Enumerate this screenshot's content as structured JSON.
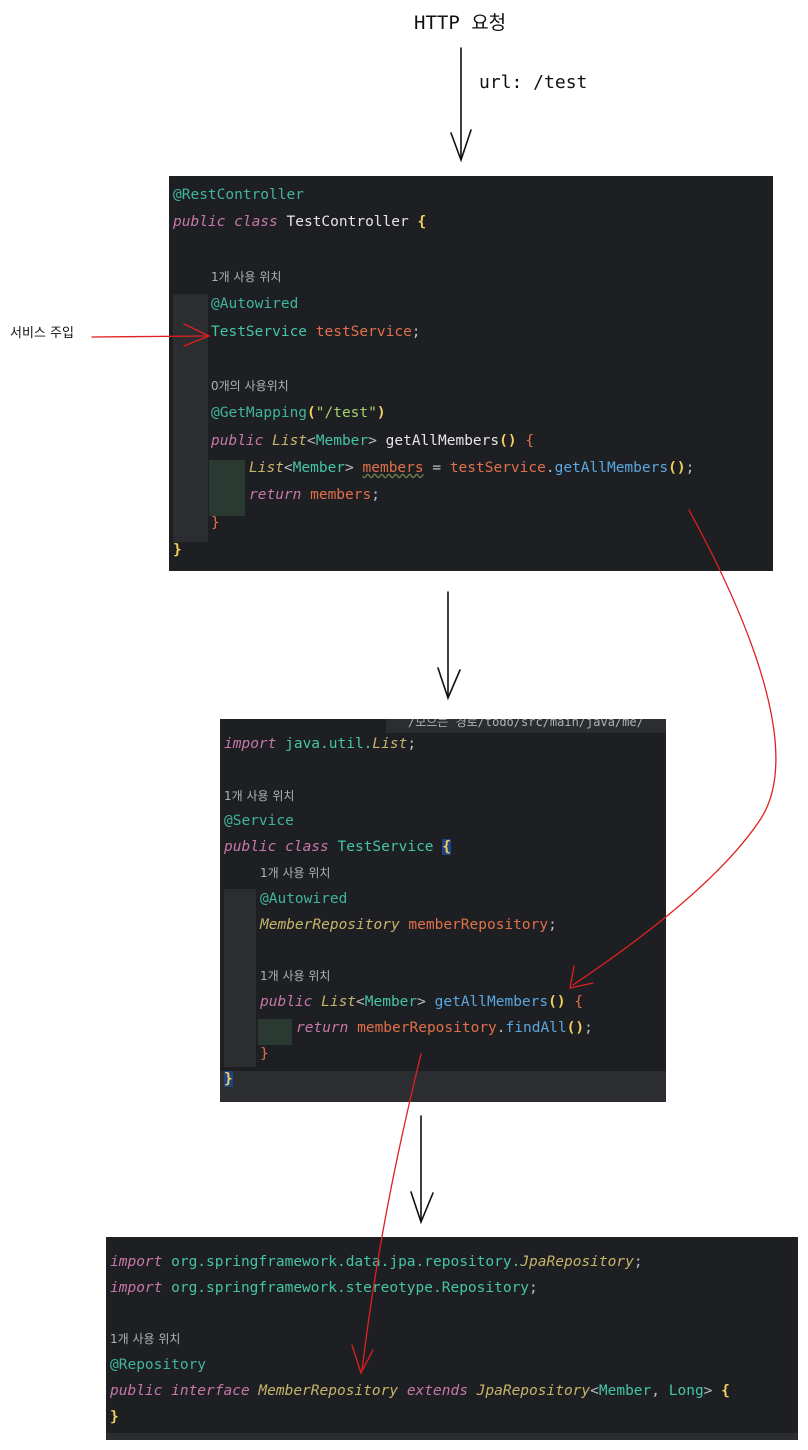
{
  "flow": {
    "http_request": "HTTP 요청",
    "url_label": "url: /test",
    "service_injection_label": "서비스 주입"
  },
  "controller": {
    "lines": [
      {
        "parts": [
          [
            "ann",
            "@RestController"
          ]
        ]
      },
      {
        "parts": [
          [
            "kw",
            "public class "
          ],
          [
            "cls",
            "TestController "
          ],
          [
            "brace",
            "{"
          ]
        ]
      },
      {
        "parts": []
      },
      {
        "hint": "1개 사용 위치"
      },
      {
        "parts": [
          [
            "ann",
            "@Autowired"
          ]
        ]
      },
      {
        "parts": [
          [
            "typ2",
            "TestService "
          ],
          [
            "fld",
            "testService"
          ],
          [
            "plain",
            ";"
          ]
        ]
      },
      {
        "parts": []
      },
      {
        "hint": "0개의 사용위치"
      },
      {
        "parts": [
          [
            "ann",
            "@GetMapping"
          ],
          [
            "brace",
            "("
          ],
          [
            "str",
            "\"/test\""
          ],
          [
            "brace",
            ")"
          ]
        ]
      },
      {
        "parts": [
          [
            "kw",
            "public "
          ],
          [
            "type",
            "List"
          ],
          [
            "plain",
            "<"
          ],
          [
            "typ2",
            "Member"
          ],
          [
            "plain",
            "> "
          ],
          [
            "cls",
            "getAllMembers"
          ],
          [
            "brace",
            "() "
          ],
          [
            "rb",
            "{"
          ]
        ]
      },
      {
        "parts": [
          [
            "type",
            "List"
          ],
          [
            "plain",
            "<"
          ],
          [
            "typ2",
            "Member"
          ],
          [
            "plain",
            "> "
          ],
          [
            "fldw",
            "members"
          ],
          [
            "plain",
            " = "
          ],
          [
            "fld",
            "testService"
          ],
          [
            "plain",
            "."
          ],
          [
            "meth",
            "getAllMembers"
          ],
          [
            "brace",
            "()"
          ],
          [
            "plain",
            ";"
          ]
        ]
      },
      {
        "parts": [
          [
            "kw",
            "return "
          ],
          [
            "fld",
            "members"
          ],
          [
            "plain",
            ";"
          ]
        ]
      },
      {
        "parts": [
          [
            "rb",
            "}"
          ]
        ]
      },
      {
        "parts": [
          [
            "brace",
            "}"
          ]
        ]
      }
    ]
  },
  "service": {
    "top_path": "/모으는 경로/todo/src/main/java/me/",
    "lines": [
      {
        "parts": [
          [
            "kw",
            "import "
          ],
          [
            "pkg",
            "java.util."
          ],
          [
            "type",
            "List"
          ],
          [
            "plain",
            ";"
          ]
        ]
      },
      {
        "parts": []
      },
      {
        "hint": "1개 사용 위치"
      },
      {
        "parts": [
          [
            "ann",
            "@Service"
          ]
        ]
      },
      {
        "parts": [
          [
            "kw",
            "public class "
          ],
          [
            "typ2",
            "TestService "
          ],
          [
            "bracehl",
            "{"
          ]
        ]
      },
      {
        "hint": "1개 사용 위치"
      },
      {
        "parts": [
          [
            "ann",
            "@Autowired"
          ]
        ]
      },
      {
        "parts": [
          [
            "type",
            "MemberRepository "
          ],
          [
            "fld",
            "memberRepository"
          ],
          [
            "plain",
            ";"
          ]
        ]
      },
      {
        "parts": []
      },
      {
        "hint": "1개 사용 위치"
      },
      {
        "parts": [
          [
            "kw",
            "public "
          ],
          [
            "type",
            "List"
          ],
          [
            "plain",
            "<"
          ],
          [
            "typ2",
            "Member"
          ],
          [
            "plain",
            "> "
          ],
          [
            "meth",
            "getAllMembers"
          ],
          [
            "brace",
            "() "
          ],
          [
            "rb",
            "{"
          ]
        ]
      },
      {
        "parts": [
          [
            "kw",
            "return "
          ],
          [
            "fld",
            "memberRepository"
          ],
          [
            "plain",
            "."
          ],
          [
            "meth",
            "findAll"
          ],
          [
            "brace",
            "()"
          ],
          [
            "plain",
            ";"
          ]
        ]
      },
      {
        "parts": [
          [
            "rb",
            "}"
          ]
        ]
      },
      {
        "parts": [
          [
            "bracehl",
            "}"
          ]
        ]
      }
    ]
  },
  "repository": {
    "lines": [
      {
        "parts": [
          [
            "kw",
            "import "
          ],
          [
            "pkg",
            "org.springframework.data.jpa.repository."
          ],
          [
            "type",
            "JpaRepository"
          ],
          [
            "plain",
            ";"
          ]
        ]
      },
      {
        "parts": [
          [
            "kw",
            "import "
          ],
          [
            "pkg",
            "org.springframework.stereotype.Repository"
          ],
          [
            "plain",
            ";"
          ]
        ]
      },
      {
        "parts": []
      },
      {
        "hint": "1개 사용 위치"
      },
      {
        "parts": [
          [
            "ann",
            "@Repository"
          ]
        ]
      },
      {
        "parts": [
          [
            "kw",
            "public interface "
          ],
          [
            "type",
            "MemberRepository "
          ],
          [
            "kw",
            "extends "
          ],
          [
            "type",
            "JpaRepository"
          ],
          [
            "plain",
            "<"
          ],
          [
            "typ2",
            "Member"
          ],
          [
            "plain",
            ", "
          ],
          [
            "typ2",
            "Long"
          ],
          [
            "plain",
            "> "
          ],
          [
            "brace",
            "{"
          ]
        ]
      },
      {
        "parts": [
          [
            "brace",
            "}"
          ]
        ]
      }
    ]
  },
  "colors": {
    "arrow_red": "#e02020",
    "arrow_black": "#111111",
    "editor_bg": "#1e1f22"
  }
}
